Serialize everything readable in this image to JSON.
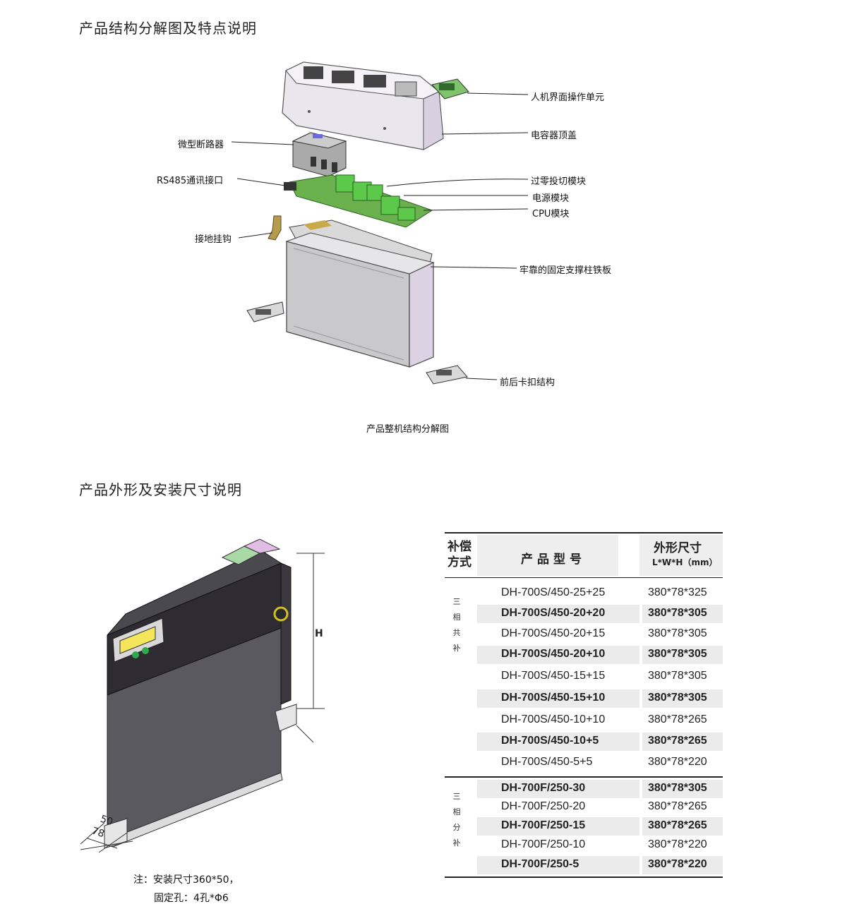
{
  "section1": {
    "title": "产品结构分解图及特点说明"
  },
  "exploded": {
    "caption": "产品整机结构分解图",
    "callouts": {
      "hmi": "人机界面操作单元",
      "top_cover": "电容器顶盖",
      "breaker": "微型断路器",
      "rs485": "RS485通讯接口",
      "zero_switch": "过零投切模块",
      "power": "电源模块",
      "cpu": "CPU模块",
      "ground_hook": "接地挂钩",
      "iron_plate": "牢靠的固定支撑柱铁板",
      "clip": "前后卡扣结构"
    }
  },
  "section2": {
    "title": "产品外形及安装尺寸说明"
  },
  "dimensions": {
    "h_label": "H",
    "d50": "50",
    "d78": "78"
  },
  "notes": {
    "line1": "注：安装尺寸360*50，",
    "line2": "固定孔：4孔*Φ6"
  },
  "table": {
    "header": {
      "col1": "补偿方式",
      "col2": "产品型号",
      "col3": "外形尺寸",
      "col3_unit": "L*W*H（mm）"
    },
    "groups": [
      {
        "label": "三相共补",
        "rows": [
          {
            "model": "DH-700S/450-25+25",
            "size": "380*78*325"
          },
          {
            "model": "DH-700S/450-20+20",
            "size": "380*78*305"
          },
          {
            "model": "DH-700S/450-20+15",
            "size": "380*78*305"
          },
          {
            "model": "DH-700S/450-20+10",
            "size": "380*78*305"
          },
          {
            "model": "DH-700S/450-15+15",
            "size": "380*78*305"
          },
          {
            "model": "DH-700S/450-15+10",
            "size": "380*78*305"
          },
          {
            "model": "DH-700S/450-10+10",
            "size": "380*78*265"
          },
          {
            "model": "DH-700S/450-10+5",
            "size": "380*78*265"
          },
          {
            "model": "DH-700S/450-5+5",
            "size": "380*78*220"
          }
        ]
      },
      {
        "label": "三相分补",
        "rows": [
          {
            "model": "DH-700F/250-30",
            "size": "380*78*305"
          },
          {
            "model": "DH-700F/250-20",
            "size": "380*78*265"
          },
          {
            "model": "DH-700F/250-15",
            "size": "380*78*265"
          },
          {
            "model": "DH-700F/250-10",
            "size": "380*78*220"
          },
          {
            "model": "DH-700F/250-5",
            "size": "380*78*220"
          }
        ]
      }
    ]
  }
}
